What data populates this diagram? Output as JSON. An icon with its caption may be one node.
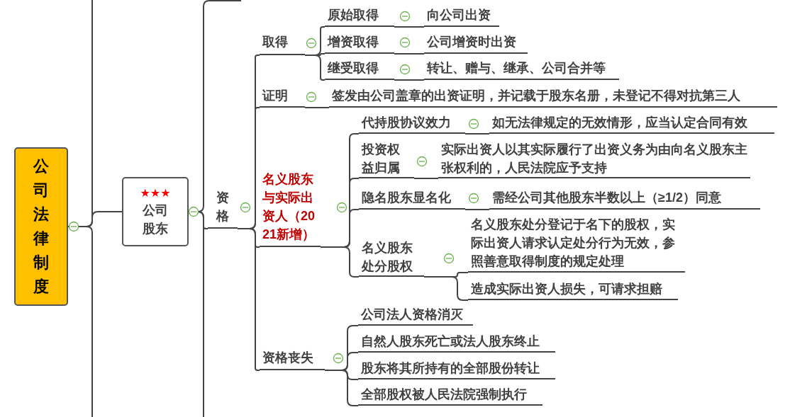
{
  "diagram": {
    "nodes": [
      {
        "text": [
          "公司法律制度"
        ]
      },
      {
        "text": [
          "★★★",
          "公司股东"
        ]
      },
      {
        "text": [
          "资格"
        ]
      },
      {
        "text": [
          "取得"
        ]
      },
      {
        "text": [
          "原始取得"
        ]
      },
      {
        "text": [
          "向公司出资"
        ]
      },
      {
        "text": [
          "增资取得"
        ]
      },
      {
        "text": [
          "公司增资时出资"
        ]
      },
      {
        "text": [
          "继受取得"
        ]
      },
      {
        "text": [
          "转让、赠与、继承、公司合并等"
        ]
      },
      {
        "text": [
          "证明"
        ]
      },
      {
        "text": [
          "签发由公司盖章的出资证明，并记载于股东名册，未登记不得对抗第三人"
        ]
      },
      {
        "text": [
          "名义股东与实际出资人（2021新增）"
        ]
      },
      {
        "text": [
          "代持股协议效力"
        ]
      },
      {
        "text": [
          "如无法律规定的无效情形，应当认定合同有效"
        ]
      },
      {
        "text": [
          "投资权益归属"
        ]
      },
      {
        "text": [
          "实际出资人以其实际履行了出资义务为由向名义股东主张权利的，人民法院应予支持"
        ]
      },
      {
        "text": [
          "隐名股东显名化"
        ]
      },
      {
        "text": [
          "需经公司其他股东半数以上（≥1/2）同意"
        ]
      },
      {
        "text": [
          "名义股东处分股权"
        ]
      },
      {
        "text": [
          "名义股东处分登记于名下的股权，实际出资人请求认定处分行为无效，参照善意取得制度的规定处理"
        ]
      },
      {
        "text": [
          "造成实际出资人损失，可请求担赔"
        ]
      },
      {
        "text": [
          "资格丧失"
        ]
      },
      {
        "text": [
          "公司法人资格消灭"
        ]
      },
      {
        "text": [
          "自然人股东死亡或法人股东终止"
        ]
      },
      {
        "text": [
          "股东将其所持有的全部股份转让"
        ]
      },
      {
        "text": [
          "全部股权被人民法院强制执行"
        ]
      }
    ],
    "edges": [
      {
        "from": 0,
        "to": null,
        "arrow": "none"
      },
      {
        "from": 0,
        "to": null,
        "arrow": "none"
      },
      {
        "from": 0,
        "to": 1,
        "arrow": "none"
      },
      {
        "from": 1,
        "to": null,
        "arrow": "none"
      },
      {
        "from": 1,
        "to": null,
        "arrow": "none"
      },
      {
        "from": 1,
        "to": 2,
        "arrow": "none"
      },
      {
        "from": 2,
        "to": 3,
        "arrow": "none"
      },
      {
        "from": 3,
        "to": 4,
        "arrow": "none"
      },
      {
        "from": 4,
        "to": 5,
        "arrow": "none"
      },
      {
        "from": 3,
        "to": 6,
        "arrow": "none"
      },
      {
        "from": 6,
        "to": 7,
        "arrow": "none"
      },
      {
        "from": 3,
        "to": 8,
        "arrow": "none"
      },
      {
        "from": 8,
        "to": 9,
        "arrow": "none"
      },
      {
        "from": 2,
        "to": 10,
        "arrow": "none"
      },
      {
        "from": 10,
        "to": 11,
        "arrow": "none"
      },
      {
        "from": 2,
        "to": 12,
        "arrow": "none"
      },
      {
        "from": 12,
        "to": 13,
        "arrow": "none"
      },
      {
        "from": 13,
        "to": 14,
        "arrow": "none"
      },
      {
        "from": 12,
        "to": 15,
        "arrow": "none"
      },
      {
        "from": 15,
        "to": 16,
        "arrow": "none"
      },
      {
        "from": 12,
        "to": 17,
        "arrow": "none"
      },
      {
        "from": 17,
        "to": 18,
        "arrow": "none"
      },
      {
        "from": 12,
        "to": 19,
        "arrow": "none"
      },
      {
        "from": 19,
        "to": 20,
        "arrow": "none"
      },
      {
        "from": 19,
        "to": 21,
        "arrow": "none"
      },
      {
        "from": 2,
        "to": 22,
        "arrow": "none"
      },
      {
        "from": 22,
        "to": 23,
        "arrow": "none"
      },
      {
        "from": 22,
        "to": 24,
        "arrow": "none"
      },
      {
        "from": 22,
        "to": 25,
        "arrow": "none"
      },
      {
        "from": 22,
        "to": 26,
        "arrow": "none"
      }
    ]
  }
}
